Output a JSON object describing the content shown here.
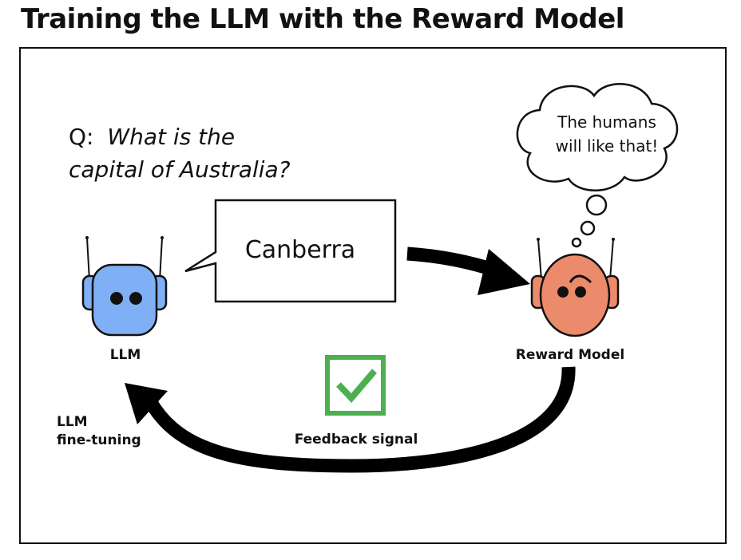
{
  "title": "Training the LLM with the Reward Model",
  "question": {
    "prefix": "Q:",
    "line1": "What is the",
    "line2": "capital of Australia?"
  },
  "answer_bubble": "Canberra",
  "thought_bubble": {
    "line1": "The humans",
    "line2": "will like that!"
  },
  "llm_label": "LLM",
  "reward_model_label": "Reward Model",
  "feedback_label": "Feedback signal",
  "finetune_label": {
    "line1": "LLM",
    "line2": "fine-tuning"
  },
  "colors": {
    "llm_head": "#7fb0f5",
    "reward_head": "#ec8a6c",
    "check": "#4caf50"
  },
  "icons": [
    "llm-robot-icon",
    "reward-robot-icon",
    "checkmark-icon",
    "thought-cloud-icon"
  ]
}
